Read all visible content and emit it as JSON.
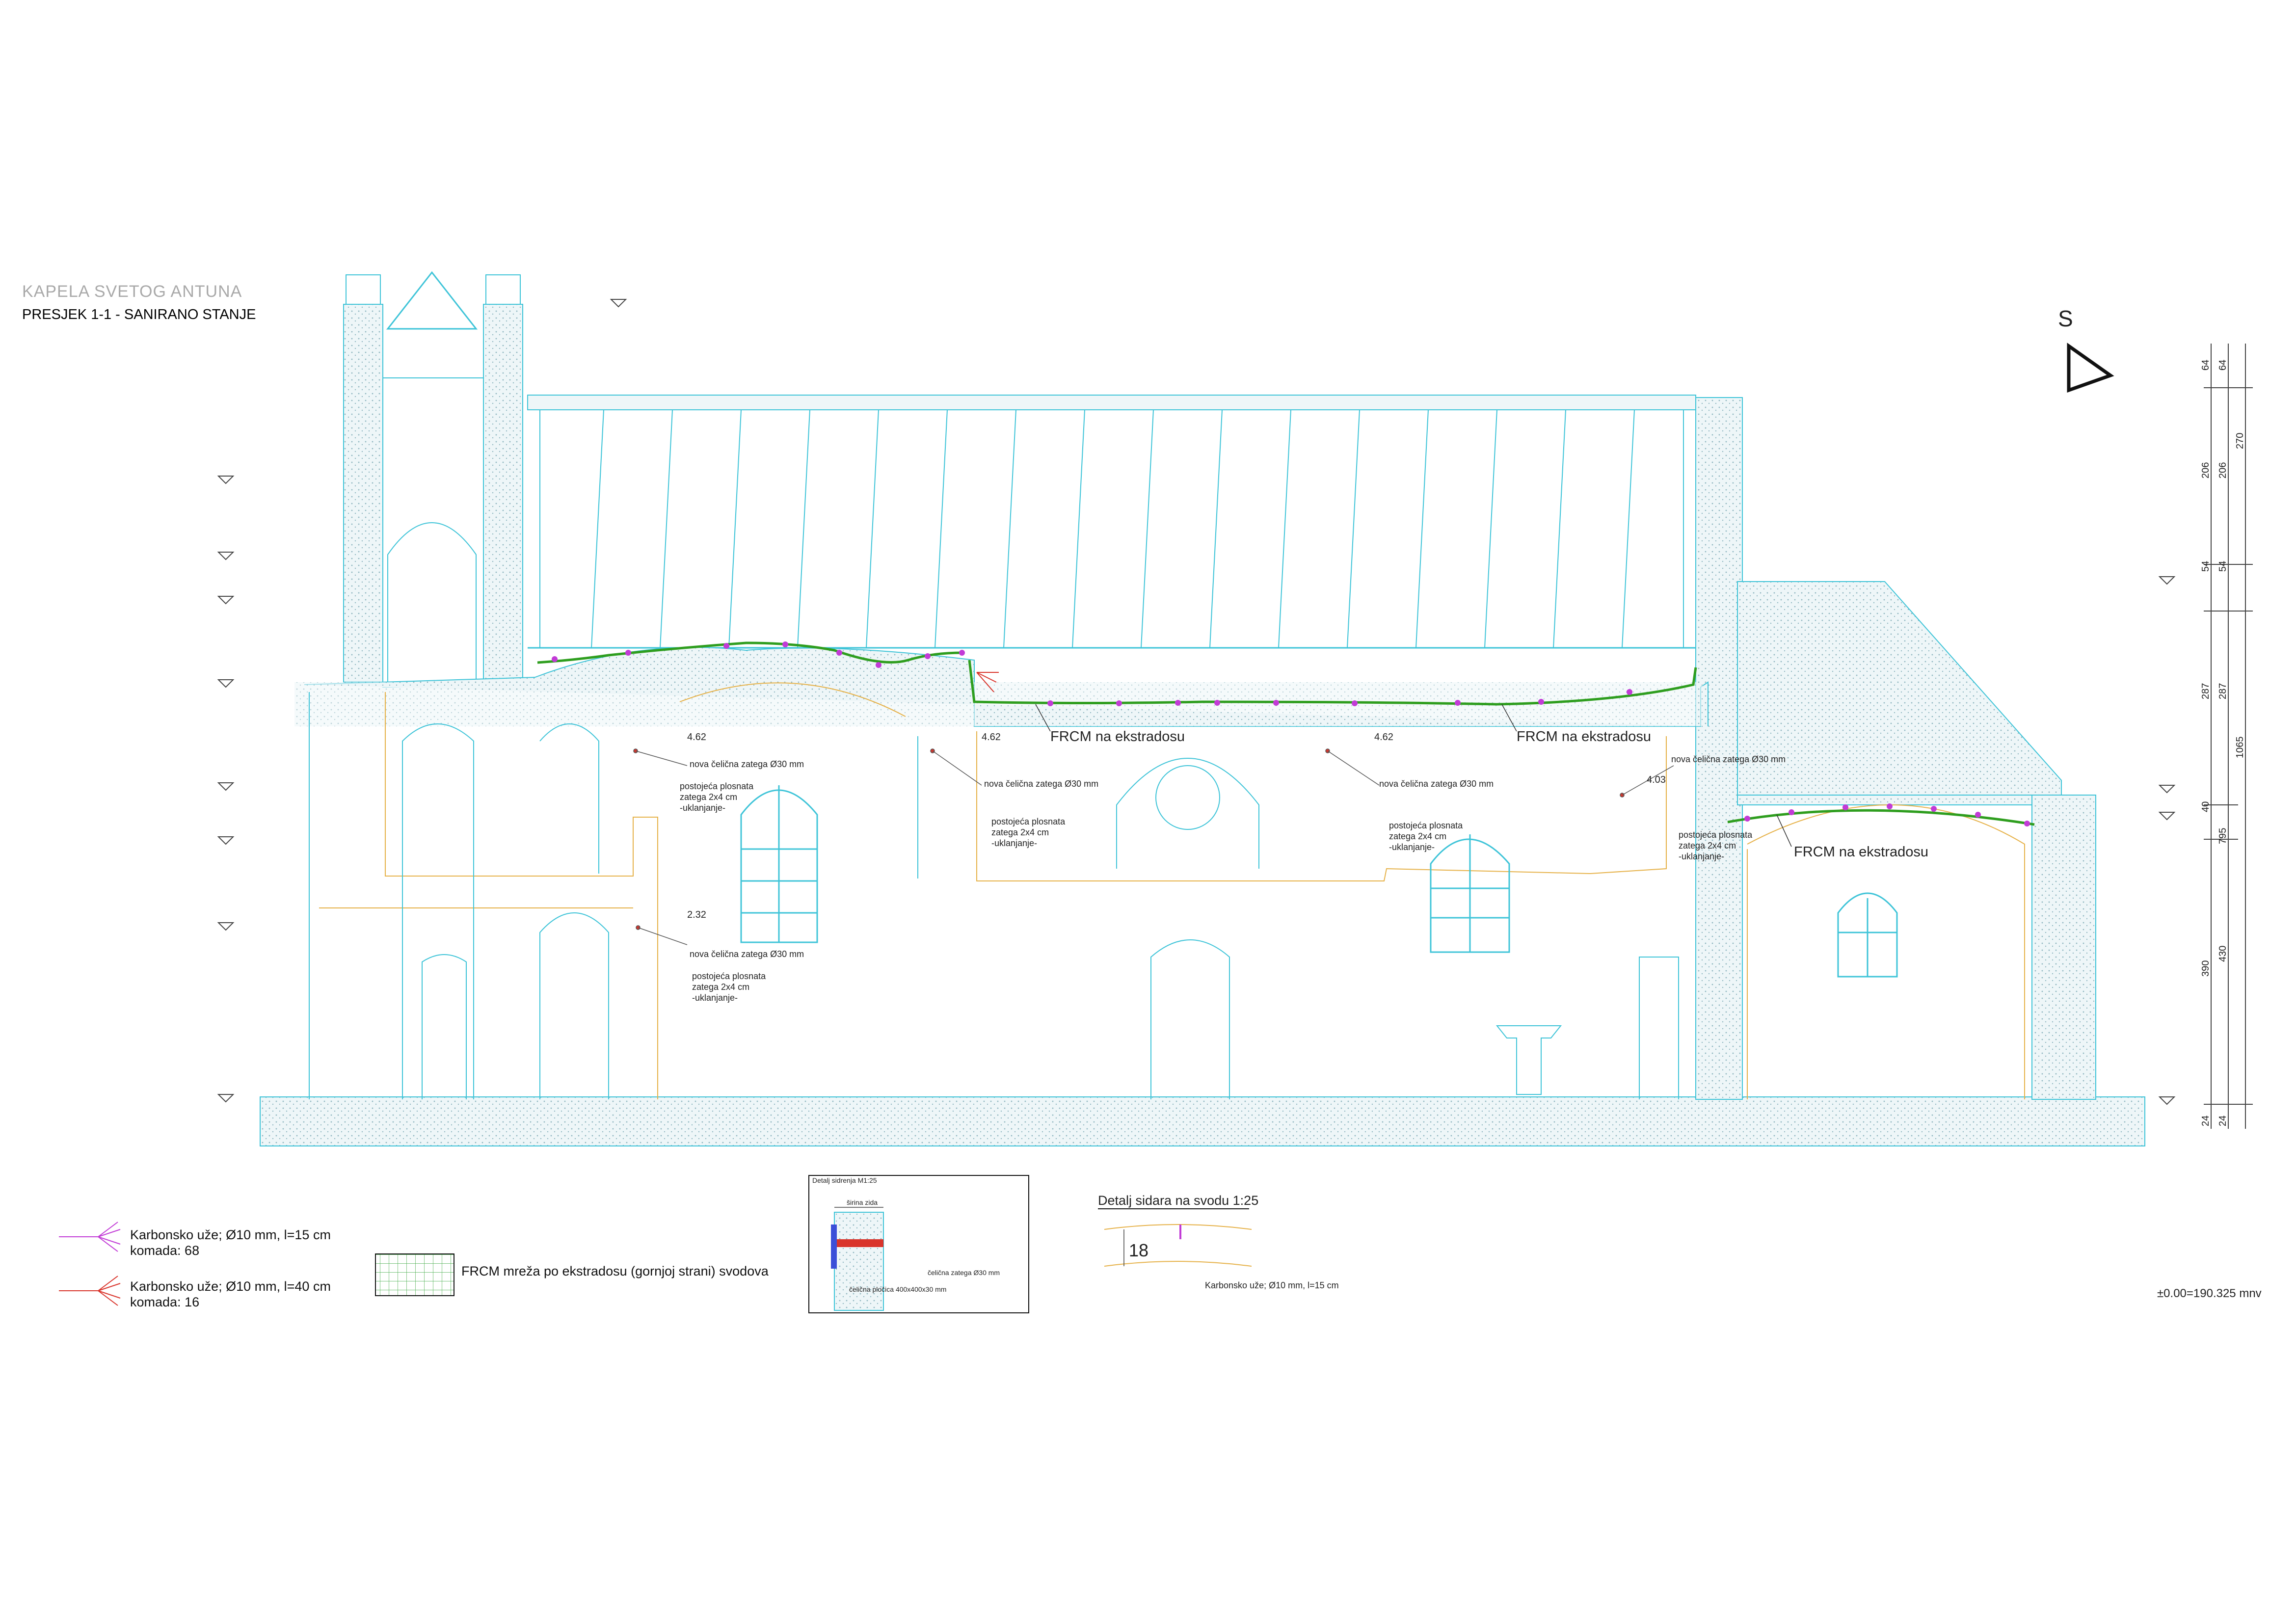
{
  "header": {
    "title": "KAPELA SVETOG ANTUNA",
    "subtitle": "PRESJEK 1-1 - SANIRANO STANJE"
  },
  "compass": {
    "letter": "S"
  },
  "elev_levels": [
    "4.62",
    "4.62",
    "4.62",
    "4.03",
    "2.32"
  ],
  "annotations": {
    "new_tie": "nova čelična zatega Ø30 mm",
    "existing_tie_1": "postojeća plosnata",
    "existing_tie_2": "zatega 2x4 cm",
    "existing_tie_3": "-uklanjanje-",
    "frcm_extrados": "FRCM na ekstradosu"
  },
  "dimensions": {
    "col1": [
      "64",
      "206",
      "54",
      "287",
      "40",
      "390",
      "24"
    ],
    "col2": [
      "64",
      "206",
      "54",
      "287",
      "795",
      "430",
      "24"
    ],
    "col3": [
      "270",
      "1065"
    ]
  },
  "legend": {
    "carbon_short_1": "Karbonsko uže; Ø10 mm, l=15 cm",
    "carbon_short_2": "komada: 68",
    "carbon_long_1": "Karbonsko uže; Ø10 mm, l=40 cm",
    "carbon_long_2": "komada: 16",
    "frcm_mesh": "FRCM mreža po ekstradosu (gornjoj strani) svodova"
  },
  "detail_tie": {
    "title": "Detalj sidrenja M1:25",
    "wall": "širina zida",
    "tie": "čelična zatega Ø30 mm",
    "plate": "čelična pločica 400x400x30 mm"
  },
  "detail_anchor": {
    "title": "Detalj sidara na svodu 1:25",
    "thickness": "18",
    "rope": "Karbonsko uže; Ø10 mm, l=15 cm"
  },
  "datum": "±0.00=190.325 mnv",
  "colors": {
    "outline": "#3fc4d8",
    "masonry": "#e6b24a",
    "frcm": "#2f9e1f",
    "anchor": "#c23bd6",
    "long_anchor": "#d9342b"
  }
}
